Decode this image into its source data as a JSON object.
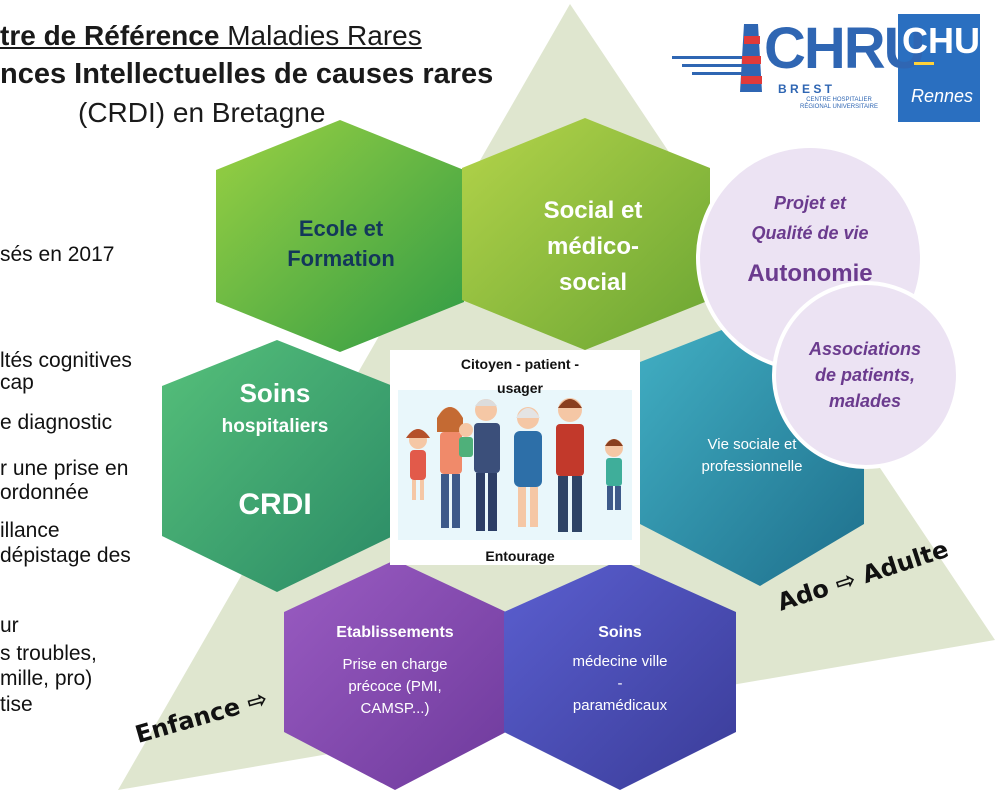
{
  "title": {
    "line1_part1": "tre de Référence",
    "line1_part2": " Maladies Rares",
    "line2": "nces Intellectuelles de causes rares",
    "line3": "(CRDI) en Bretagne"
  },
  "left_text": [
    "sés en 2017",
    "ltés  cognitives",
    "cap",
    "e diagnostic",
    "r  une prise  en",
    "ordonnée",
    "illance",
    "dépistage    des",
    "ur",
    "s troubles,",
    "mille, pro)",
    "tise"
  ],
  "logos": {
    "chru_letters": "CHRU",
    "chru_sub": "B R E S T",
    "chru_sub2": "CENTRE HOSPITALIER\nRÉGIONAL UNIVERSITAIRE",
    "chu_letters": "CHU",
    "chu_city": "Rennes"
  },
  "hexagons": {
    "ecole": "Ecole et\nFormation",
    "social": "Social  et\nmédico-\nsocial",
    "soins_hosp_title": "Soins",
    "soins_hosp_sub": "hospitaliers",
    "crdi": "CRDI",
    "vie_sociale": "Vie sociale et\nprofessionnelle",
    "etab_title": "Etablissements",
    "etab_sub": "Prise en charge\nprécoce (PMI,\nCAMSP...)",
    "soins_title": "Soins",
    "soins_sub": "médecine ville\n-\nparamédicaux"
  },
  "center": {
    "top": "Citoyen - patient -\nusager",
    "bottom": "Entourage"
  },
  "circles": {
    "projet": "Projet et\nQualité de vie",
    "autonomie": "Autonomie",
    "associations": "Associations\nde patients,\nmalades"
  },
  "triangle_labels": {
    "enfance": "Enfance ⇨",
    "ado": "Ado ⇨ Adulte"
  },
  "colors": {
    "triangle": "#dde5cc",
    "hex_green_dark": "#2e8b57",
    "hex_green": "#6ab43a",
    "hex_teal": "#3a9fb0",
    "hex_purple": "#8a54b2",
    "hex_blue": "#4a4fb8",
    "circle_fill": "#ece3f2",
    "purple_text": "#6b3b8e"
  }
}
